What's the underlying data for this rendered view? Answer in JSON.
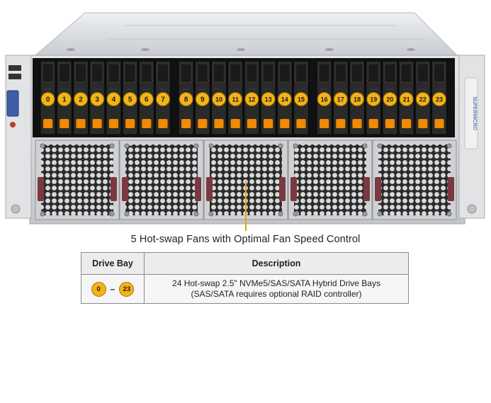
{
  "server": {
    "drive_bays": [
      "0",
      "1",
      "2",
      "3",
      "4",
      "5",
      "6",
      "7",
      "8",
      "9",
      "10",
      "11",
      "12",
      "13",
      "14",
      "15",
      "16",
      "17",
      "18",
      "19",
      "20",
      "21",
      "22",
      "23"
    ],
    "fan_count": 5,
    "colors": {
      "chassis": "#d7d9dc",
      "bay_panel": "#111111",
      "drive_badge": "#f3b418",
      "drive_latch": "#f08a00",
      "fan_grill": "#3a3a3a",
      "fan_handle": "#7a3840",
      "callout": "#e3a60c"
    }
  },
  "caption": "5 Hot-swap Fans with Optimal Fan Speed Control",
  "table": {
    "headers": [
      "Drive Bay",
      "Description"
    ],
    "row": {
      "bay_start": "0",
      "bay_end": "23",
      "dash": "–",
      "description_line1": "24 Hot-swap 2.5\" NVMe5/SAS/SATA Hybrid Drive Bays",
      "description_line2": "(SAS/SATA requires optional RAID controller)"
    }
  }
}
